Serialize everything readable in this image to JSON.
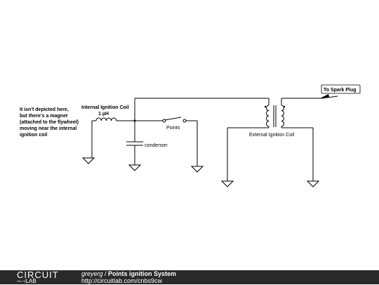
{
  "diagram": {
    "note_lines": [
      "It isn't depicted here,",
      "but there's a magnet",
      "(attached to the flywheel)",
      "moving near the internal",
      "ignition coil"
    ],
    "internal_coil_label": "Internal Ignition Coil",
    "internal_coil_value": "1 µH",
    "points_label": "Points",
    "condenser_label": "condenser",
    "external_coil_label": "External Ignition Coil",
    "spark_plug_label": "To Spark Plug"
  },
  "footer": {
    "logo_top": "CIRCUIT",
    "logo_symbol": "⏦⊣",
    "logo_bottom": "LAB",
    "author": "greyerg",
    "separator": " / ",
    "title": "Points ignition System",
    "url": "http://circuitlab.com/cnbs9cw"
  }
}
